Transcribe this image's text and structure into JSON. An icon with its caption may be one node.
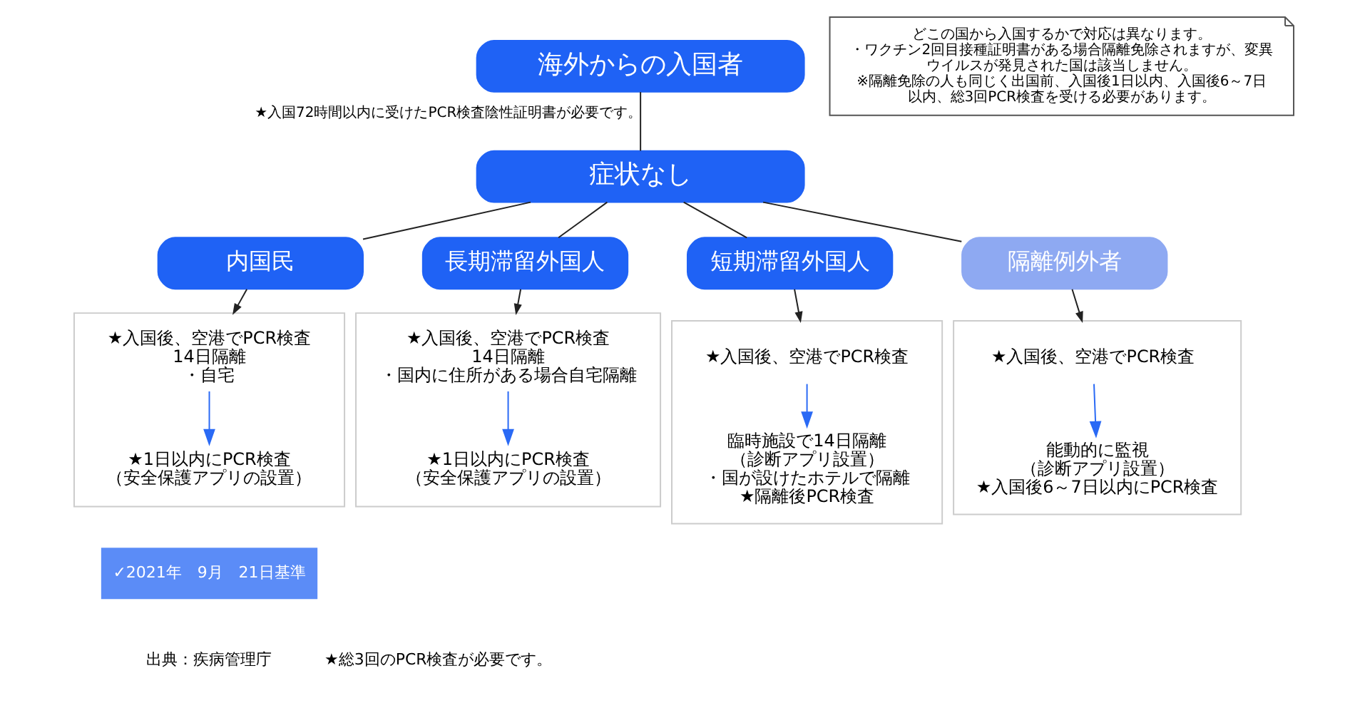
{
  "diagram": {
    "nodes": [
      {
        "text": [
          "海外からの入国者"
        ]
      },
      {
        "text": [
          "症状なし"
        ]
      },
      {
        "text": [
          "内国民"
        ]
      },
      {
        "text": [
          "長期滞留外国人"
        ]
      },
      {
        "text": [
          "短期滞留外国人"
        ]
      },
      {
        "text": [
          "隔離例外者"
        ]
      },
      {
        "text": [],
        "shape": "box"
      },
      {
        "text": [
          "★入国後、空港でPCR検査",
          "14日隔離",
          "・自宅"
        ],
        "in": 6
      },
      {
        "text": [
          "★1日以内にPCR検査",
          "（安全保護アプリの設置）"
        ],
        "in": 6
      },
      {
        "text": [],
        "shape": "box"
      },
      {
        "text": [
          "★入国後、空港でPCR検査",
          "14日隔離",
          "・国内に住所がある場合自宅隔離"
        ],
        "in": 9
      },
      {
        "text": [
          "★1日以内にPCR検査",
          "（安全保護アプリの設置）"
        ],
        "in": 9
      },
      {
        "text": [],
        "shape": "box"
      },
      {
        "text": [
          "★入国後、空港でPCR検査"
        ],
        "in": 12
      },
      {
        "text": [
          "臨時施設で14日隔離",
          "（診断アプリ設置）",
          "・国が設けたホテルで隔離",
          "★隔離後PCR検査"
        ],
        "in": 12
      },
      {
        "text": [],
        "shape": "box"
      },
      {
        "text": [
          "★入国後、空港でPCR検査"
        ],
        "in": 15
      },
      {
        "text": [
          "能動的に監視",
          "（診断アプリ設置）",
          "★入国後6～7日以内にPCR検査"
        ],
        "in": 15
      },
      {
        "text": [
          "どこの国から入国するかで対応は異なります。",
          "・ワクチン2回目接種証明書がある場合隔離免除されますが、変異ウイルスが発見された国は該当しません。",
          "※隔離免除の人も同じく出国前、入国後1日以内、入国後6～7日以内、総3回PCR検査を受ける必要があります。"
        ]
      }
    ],
    "edges": [
      {
        "from": 0,
        "to": 1,
        "arrow": "none",
        "label": "★入国72時間以内に受けたPCR検査陰性証明書が必要です。"
      },
      {
        "from": 1,
        "to": 2,
        "arrow": "none"
      },
      {
        "from": 1,
        "to": 3,
        "arrow": "none"
      },
      {
        "from": 1,
        "to": 4,
        "arrow": "none"
      },
      {
        "from": 1,
        "to": 5,
        "arrow": "none"
      },
      {
        "from": 2,
        "to": 6,
        "arrow": "to"
      },
      {
        "from": 3,
        "to": 9,
        "arrow": "to"
      },
      {
        "from": 4,
        "to": 12,
        "arrow": "to"
      },
      {
        "from": 5,
        "to": 15,
        "arrow": "to"
      },
      {
        "from": 7,
        "to": 8,
        "arrow": "to",
        "color": "#2a6af5"
      },
      {
        "from": 10,
        "to": 11,
        "arrow": "to",
        "color": "#2a6af5"
      },
      {
        "from": 13,
        "to": 14,
        "arrow": "to",
        "color": "#2a6af5"
      },
      {
        "from": 16,
        "to": 17,
        "arrow": "to",
        "color": "#2a6af5"
      }
    ],
    "labels": [
      "✓2021年　9月　21日基準",
      "出典：疾病管理庁",
      "★総3回のPCR検査が必要です。"
    ]
  }
}
